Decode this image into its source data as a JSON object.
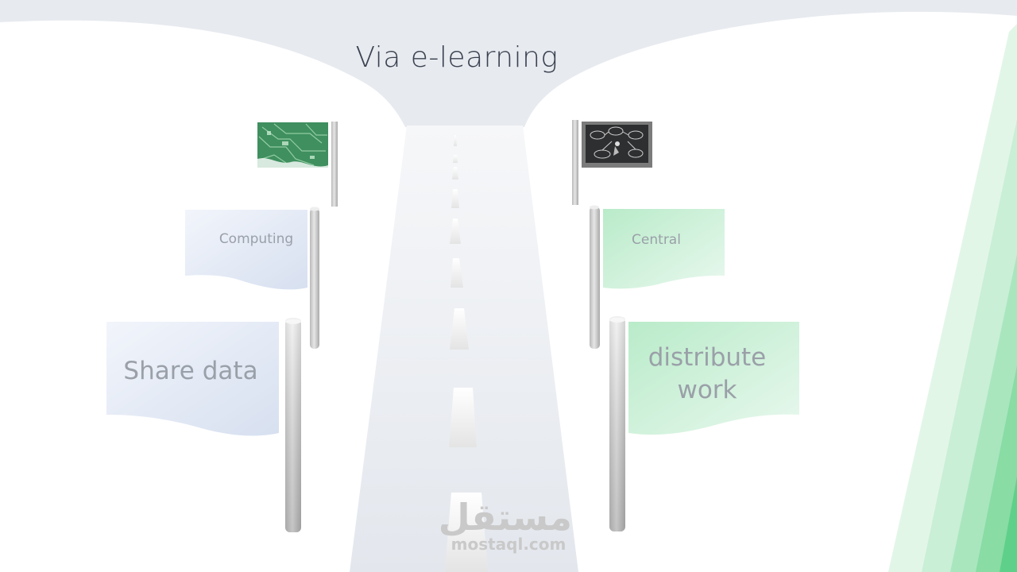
{
  "slide": {
    "title": "Via e-learning",
    "flags": {
      "left_small": "Computing",
      "left_large": "Share data",
      "right_small": "Central",
      "right_large_line1": "distribute",
      "right_large_line2": "work"
    },
    "images": {
      "left": "circuit-board-photo",
      "right": "chalkboard-diagram-photo"
    },
    "watermark": {
      "arabic": "مستقل",
      "latin": "mostaql.com"
    }
  },
  "colors": {
    "accent_green": "#5fd08a",
    "flag_blue": "#dde6f5",
    "flag_green": "#bfeccd",
    "road": "#e9ecf1"
  }
}
